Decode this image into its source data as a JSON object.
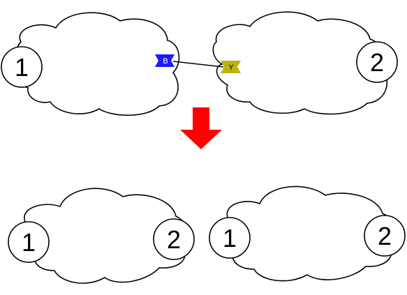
{
  "colors": {
    "outline": "#000000",
    "background": "#ffffff",
    "tag_b": "#1a1aff",
    "tag_y": "#bdb30c",
    "arrow": "#ff0000"
  },
  "top_row": {
    "left_cloud": {
      "node_label": "1",
      "tag_label": "B"
    },
    "right_cloud": {
      "node_label": "2",
      "tag_label": "Y"
    }
  },
  "arrow": {
    "direction": "down",
    "icon": "down-arrow-icon"
  },
  "bottom_row": {
    "left_cloud": {
      "node_left_label": "1",
      "node_right_label": "2"
    },
    "right_cloud": {
      "node_left_label": "1",
      "node_right_label": "2"
    }
  }
}
